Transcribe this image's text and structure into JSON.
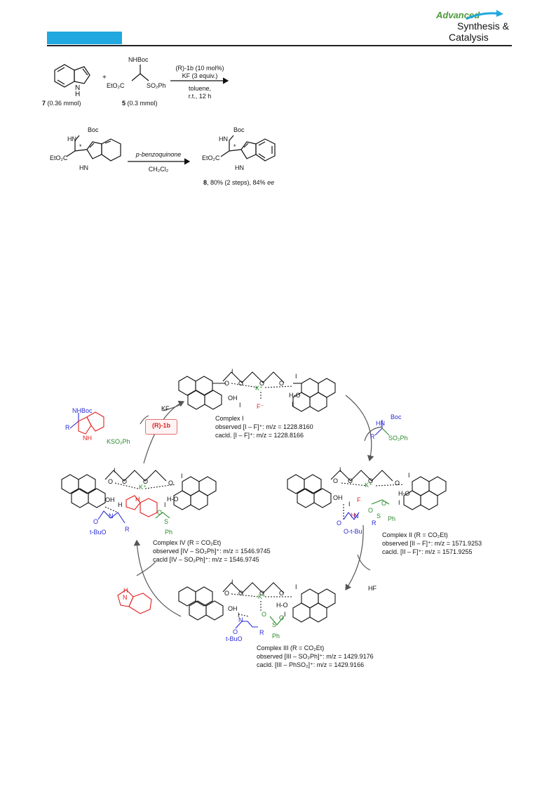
{
  "header": {
    "journal_line1": "Advanced",
    "journal_line2": "Synthesis &",
    "journal_line3": "Catalysis"
  },
  "scheme1": {
    "reactant1_label_num": "7",
    "reactant1_label": " (0.36 mmol)",
    "plus": "+",
    "reactant2_nhboc": "NHBoc",
    "reactant2_eto2c": "EtO₂C",
    "reactant2_so2ph": "SO₂Ph",
    "reactant2_label_num": "5",
    "reactant2_label": " (0.3 mmol)",
    "nh": "N\nH",
    "cond1_a": "(R)-1b (10 mol%)",
    "cond1_b": "KF (3 equiv.)",
    "cond1_c": "toluene,",
    "cond1_d": "r.t., 12 h",
    "int_boc": "Boc",
    "int_hn": "HN",
    "int_eto2c": "EtO₂C",
    "int_hn2": "HN",
    "star": "*",
    "cond2_a": "p-benzoquinone",
    "cond2_b": "CH₂Cl₂",
    "prod_boc": "Boc",
    "prod_hn": "HN",
    "prod_eto2c": "EtO₂C",
    "prod_hn2": "HN",
    "prod_label_num": "8",
    "prod_label": ", 80% (2 steps), 84% ",
    "prod_label_ee": "ee"
  },
  "cycle": {
    "complex1_title": "Complex I",
    "complex1_obs": "observed [I – F]⁺: m/z = 1228.8160",
    "complex1_calc": "cacld. [I – F]⁺: m/z = 1228.8166",
    "complex2_title": "Complex II (R = CO₂Et)",
    "complex2_obs": "observed [II – F]⁺: m/z = 1571.9253",
    "complex2_calc": "cacld. [II – F]⁺: m/z = 1571.9255",
    "complex3_title": "Complex III (R = CO₂Et)",
    "complex3_obs": "observed [III – SO₂Ph]⁺: m/z = 1429.9176",
    "complex3_calc": "cacld. [III – PhSO₂]⁺: m/z = 1429.9166",
    "complex4_title": "Complex IV  (R = CO₂Et)",
    "complex4_obs": "observed [IV – SO₂Ph]⁺: m/z = 1546.9745",
    "complex4_calc": "cacld [IV – SO₂Ph]⁺: m/z = 1546.9745",
    "kf": "KF",
    "catalyst": "(R)-1b",
    "kso2ph": "KSO₂Ph",
    "hf": "HF",
    "nhboc": "NHBoc",
    "r": "R",
    "nh": "NH",
    "sub_boc": "Boc",
    "sub_hn": "HN",
    "sub_so2ph": "SO₂Ph",
    "k_plus": "K⁺",
    "f_minus": "F⁻",
    "f": "F",
    "h": "H",
    "i": "I",
    "o": "O",
    "oh": "OH",
    "ho": "H-O",
    "s": "S",
    "ph": "Ph",
    "tbuo": "t-BuO",
    "otbu": "O-t-Bu",
    "n": "N"
  }
}
